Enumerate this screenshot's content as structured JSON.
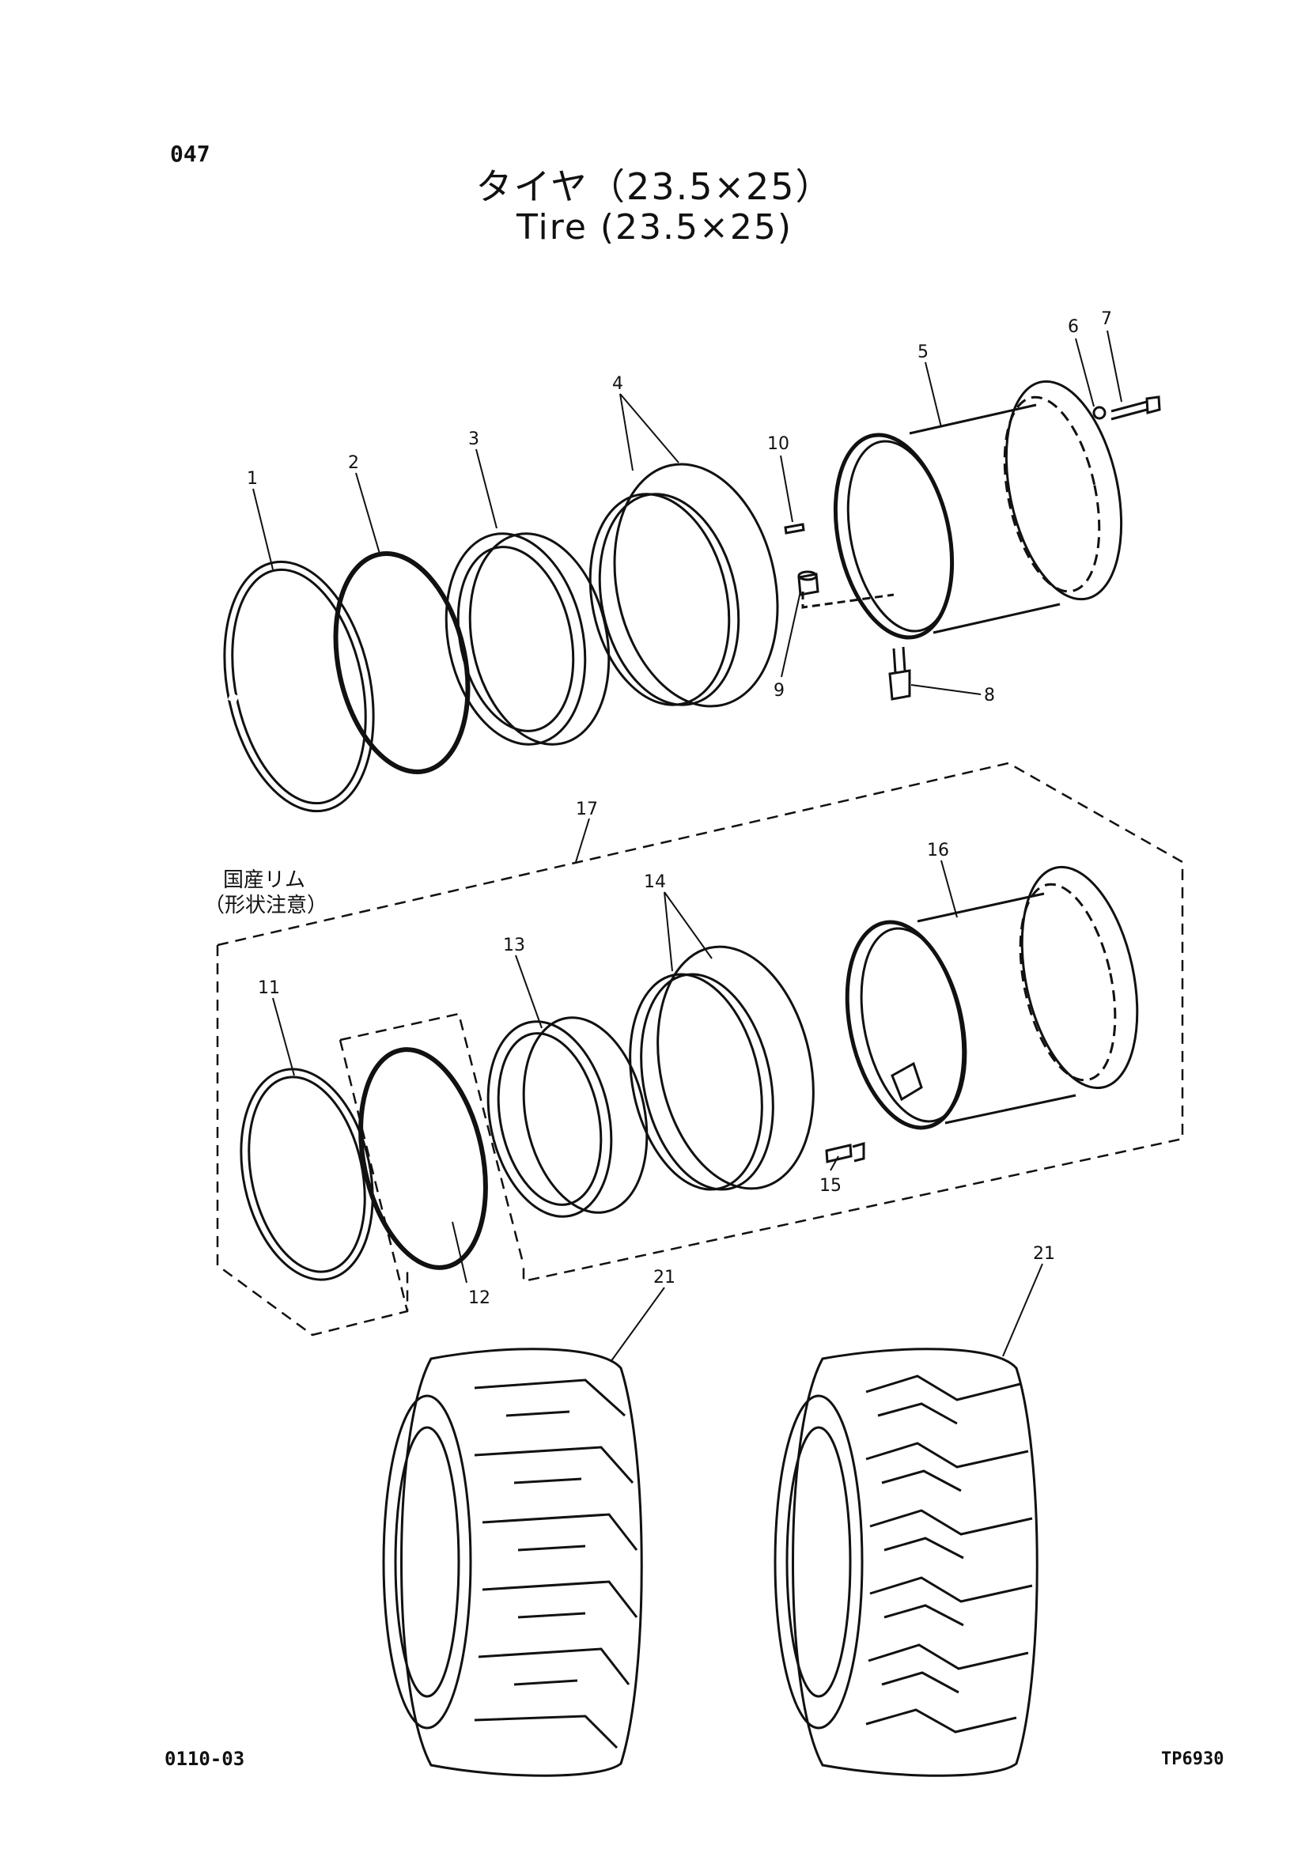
{
  "page": {
    "number": "047",
    "title_jp": "タイヤ（23.5×25）",
    "title_en": "Tire (23.5×25)"
  },
  "footer": {
    "code_left": "0110-03",
    "code_right": "TP6930"
  },
  "note": {
    "line1": "国産リム",
    "line2": "（形状注意）"
  },
  "callouts": [
    "1",
    "2",
    "3",
    "4",
    "5",
    "6",
    "7",
    "8",
    "9",
    "10",
    "11",
    "12",
    "13",
    "14",
    "15",
    "16",
    "17",
    "21",
    "21"
  ]
}
